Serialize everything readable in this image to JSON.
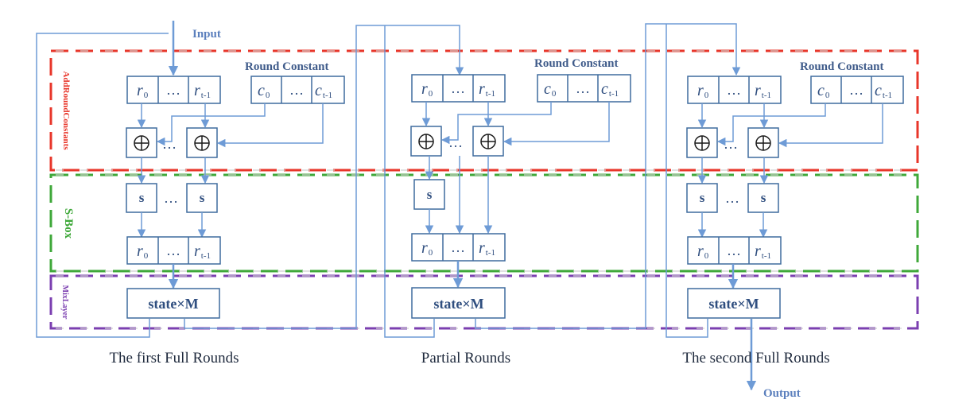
{
  "labels": {
    "input": "Input",
    "output": "Output",
    "round_constant": "Round Constant",
    "layer_arc": "AddRoundConstants",
    "layer_sbox": "S-Box",
    "layer_mix": "MixLayer",
    "first_full": "The first Full Rounds",
    "partial": "Partial Rounds",
    "second_full": "The second Full Rounds"
  },
  "cells": {
    "r": "r",
    "c": "c",
    "sub_0": "0",
    "sub_t1": "t-1",
    "ellipsis": "…",
    "sbox": "s",
    "mix": "state×M"
  },
  "colors": {
    "arc_border": "#e8362a",
    "sbox_border": "#3fa83a",
    "mix_border": "#7b3fb0",
    "wire": "#6e9bd6",
    "box_stroke": "#3f6b9e"
  }
}
